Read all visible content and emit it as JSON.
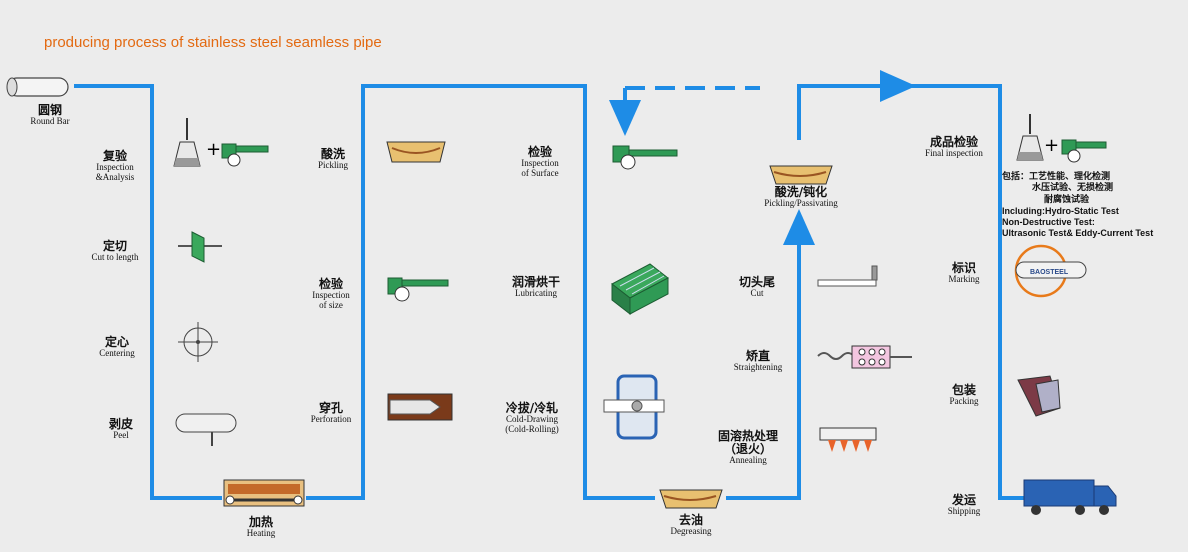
{
  "title": "producing process of stainless steel seamless pipe",
  "colors": {
    "line": "#1e8ce6",
    "title": "#e36a12",
    "marker": "#e87a1a"
  },
  "steps": {
    "round_bar": {
      "cn": "圆钢",
      "en": "Round Bar"
    },
    "inspection": {
      "cn": "复验",
      "en": "Inspection\n&Analysis"
    },
    "cut": {
      "cn": "定切",
      "en": "Cut to length"
    },
    "centering": {
      "cn": "定心",
      "en": "Centering"
    },
    "peel": {
      "cn": "剥皮",
      "en": "Peel"
    },
    "heating": {
      "cn": "加热",
      "en": "Heating"
    },
    "pickling": {
      "cn": "酸洗",
      "en": "Pickling"
    },
    "inspection_size": {
      "cn": "检验",
      "en": "Inspection\nof size"
    },
    "perforation": {
      "cn": "穿孔",
      "en": "Perforation"
    },
    "inspection_surface": {
      "cn": "检验",
      "en": "Inspection\nof Surface"
    },
    "lubricating": {
      "cn": "润滑烘干",
      "en": "Lubricating"
    },
    "cold_drawing": {
      "cn": "冷拔/冷轧",
      "en": "Cold-Drawing\n(Cold-Rolling)"
    },
    "degreasing": {
      "cn": "去油",
      "en": "Degreasing"
    },
    "annealing": {
      "cn": "固溶热处理\n（退火）",
      "en": "Annealing"
    },
    "straightening": {
      "cn": "矫直",
      "en": "Straightening"
    },
    "cut2": {
      "cn": "切头尾",
      "en": "Cut"
    },
    "pickling_passivating": {
      "cn": "酸洗/钝化",
      "en": "Pickling/Passivating"
    },
    "final_inspection": {
      "cn": "成品检验",
      "en": "Final inspection"
    },
    "marking": {
      "cn": "标识",
      "en": "Marking"
    },
    "packing": {
      "cn": "包装",
      "en": "Packing"
    },
    "shipping": {
      "cn": "发运",
      "en": "Shipping"
    }
  },
  "final_tests": {
    "cn_lines": [
      "包括：工艺性能、理化检测",
      "水压试验、无损检测",
      "耐腐蚀试验"
    ],
    "en_lines": [
      "Including:Hydro-Static Test",
      "Non-Destructive Test:",
      "Ultrasonic Test& Eddy-Current Test"
    ]
  },
  "marking_logo": "BAOSTEEL"
}
